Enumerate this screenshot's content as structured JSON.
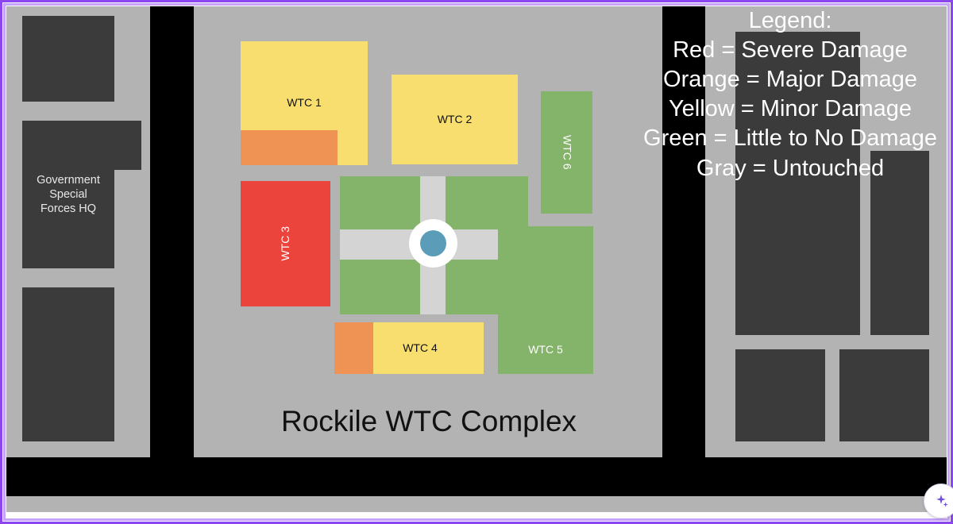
{
  "map": {
    "title": "Rockile WTC Complex",
    "colors": {
      "ground": "#b3b3b3",
      "road": "#000000",
      "dark_building": "#3b3b3b",
      "severe_red": "#ea443c",
      "major_orange": "#ee9354",
      "minor_yellow": "#f7de6e",
      "none_green": "#84b46a",
      "path_gray": "#d4d4d4",
      "fountain_water": "#5b9db8",
      "frame_purple": "#8b46f0"
    }
  },
  "legend": {
    "title": "Legend:",
    "entries": [
      "Red = Severe Damage",
      "Orange = Major Damage",
      "Yellow = Minor Damage",
      "Green = Little to No Damage",
      "Gray = Untouched"
    ]
  },
  "buildings": {
    "hq": {
      "label": "Government\nSpecial\nForces HQ"
    },
    "wtc1": {
      "label": "WTC 1"
    },
    "wtc2": {
      "label": "WTC 2"
    },
    "wtc3": {
      "label": "WTC 3"
    },
    "wtc4": {
      "label": "WTC 4"
    },
    "wtc5": {
      "label": "WTC 5"
    },
    "wtc6": {
      "label": "WTC 6"
    }
  },
  "ai_badge": {
    "icon": "sparkles-icon"
  }
}
